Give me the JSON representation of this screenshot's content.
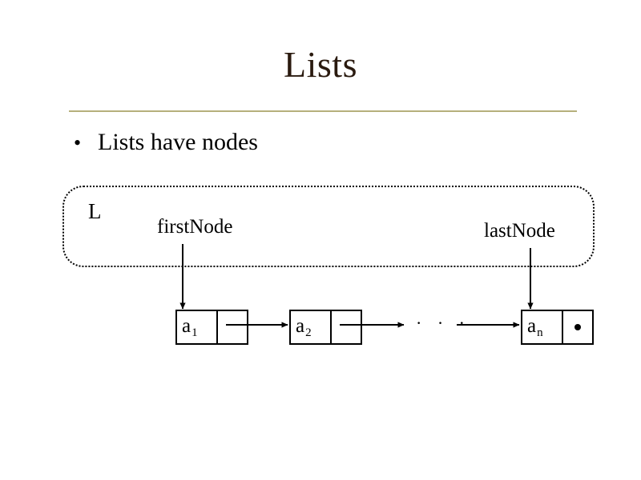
{
  "slide": {
    "title": "Lists",
    "title_color": "#2a1a0f",
    "rule_color": "#b6b07c",
    "background": "#ffffff",
    "bullets": [
      {
        "marker": "•",
        "text": "Lists have nodes"
      }
    ]
  },
  "diagram": {
    "container_label": "L",
    "pointer_labels": {
      "first": "firstNode",
      "last": "lastNode"
    },
    "ellipsis": "· · ·",
    "nodes": [
      {
        "data": "a",
        "subscript": "1",
        "pointer": "link"
      },
      {
        "data": "a",
        "subscript": "2",
        "pointer": "link"
      },
      {
        "data": "a",
        "subscript": "n",
        "pointer": "null"
      }
    ],
    "line_color": "#000000"
  }
}
